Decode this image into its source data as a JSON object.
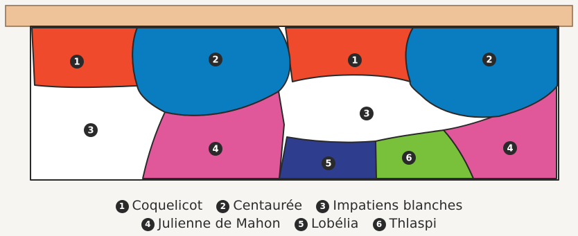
{
  "plants": [
    {
      "number": "1",
      "name": "Coquelicot",
      "color": "#ef4a2b"
    },
    {
      "number": "2",
      "name": "Centaurée",
      "color": "#0a7dc1"
    },
    {
      "number": "3",
      "name": "Impatiens blanches",
      "color": "#ffffff"
    },
    {
      "number": "4",
      "name": "Julienne de Mahon",
      "color": "#e0579a"
    },
    {
      "number": "5",
      "name": "Lobélia",
      "color": "#2f3d8f"
    },
    {
      "number": "6",
      "name": "Thlaspi",
      "color": "#79c13a"
    }
  ],
  "planter_color": "#efc39a"
}
